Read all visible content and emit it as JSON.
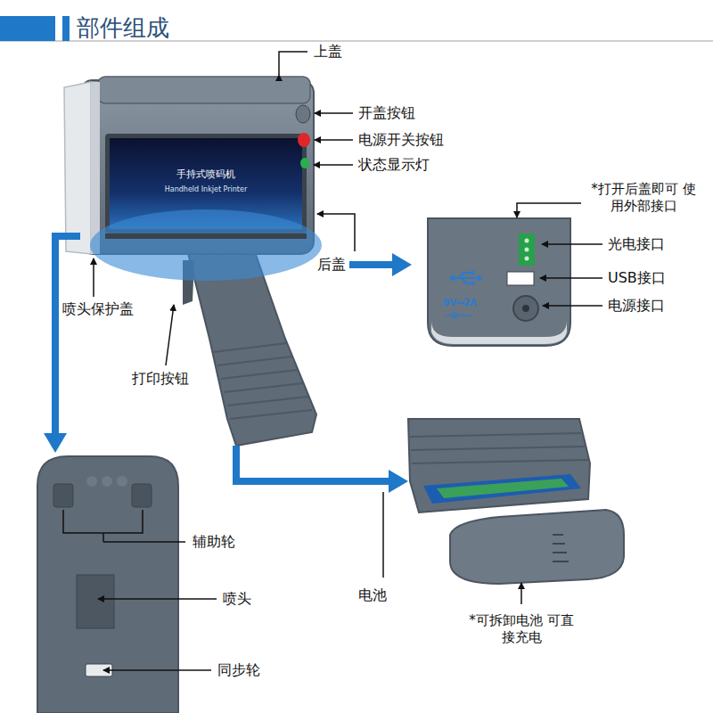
{
  "diagram": {
    "title": "部件组成",
    "labels": [
      "手持式喷码机",
      "Handheld Inkjet Printer",
      "上盖",
      "开盖按钮",
      "电源开关按钮",
      "状态显示灯",
      "*打开后盖即可 使用外部接口",
      "后盖",
      "光电接口",
      "USB接口",
      "9V⎓2A",
      "电源接口",
      "喷头保护盖",
      "打印按钮",
      "辅助轮",
      "喷头",
      "同步轮",
      "电池",
      "*可拆卸电池 可直接充电"
    ]
  }
}
